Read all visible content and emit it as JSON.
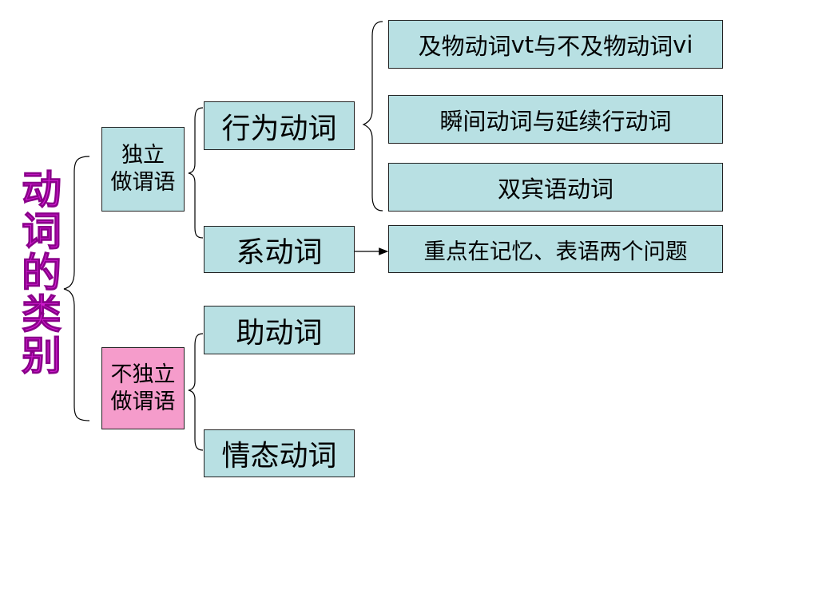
{
  "title_chars": [
    "动",
    "词",
    "的",
    "类",
    "别"
  ],
  "independent": {
    "line1": "独立",
    "line2": "做谓语"
  },
  "non_independent": {
    "line1": "不独立",
    "line2": "做谓语"
  },
  "action_verb": "行为动词",
  "linking_verb": "系动词",
  "auxiliary_verb": "助动词",
  "modal_verb": "情态动词",
  "leaf_transitive": {
    "part1": "及物动词",
    "part2": "vt",
    "part3": "与不及物动词",
    "part4": "vi"
  },
  "leaf_instant": "瞬间动词与延续行动词",
  "leaf_ditransitive": "双宾语动词",
  "leaf_linking_note": "重点在记忆、表语两个问题",
  "colors": {
    "title": "#d21cd2",
    "box_fill": "#b8e0e3",
    "highlight_fill": "#f59ccb",
    "line": "#000000"
  }
}
